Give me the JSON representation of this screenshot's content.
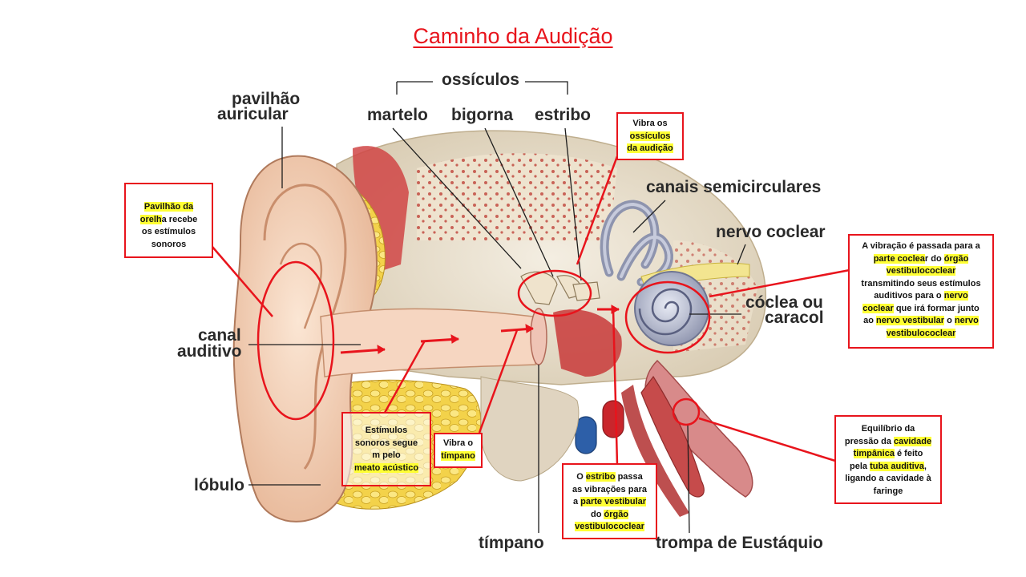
{
  "title": "Caminho da Audição",
  "labels": {
    "ossiculos": "ossículos",
    "martelo": "martelo",
    "bigorna": "bigorna",
    "estribo": "estribo",
    "pavilhao_line1": "pavilhão",
    "pavilhao_line2": "auricular",
    "canais": "canais semicirculares",
    "nervo_coclear": "nervo coclear",
    "coclea_line1": "cóclea ou",
    "coclea_line2": "caracol",
    "canal_line1": "canal",
    "canal_line2": "auditivo",
    "lobulo": "lóbulo",
    "timpano": "tímpano",
    "trompa": "trompa de Eustáquio"
  },
  "notes": {
    "pavilhao": {
      "p1": "Pavilhão da",
      "p2": "orelh",
      "p3": "a recebe",
      "p4": "os estímulos",
      "p5": "sonoros"
    },
    "ossiculos": {
      "p1": "Vibra os",
      "p2": "ossículos",
      "p3": "da audição"
    },
    "coclea": {
      "p1": "A vibração é passada para a",
      "p2": "parte coclea",
      "p3": "r do ",
      "p4": "órgão",
      "p5": "vestibulococlear",
      "p6": "transmitindo seus estímulos",
      "p7": "auditivos para o ",
      "p8": "nervo",
      "p9": "coclear",
      "p10": " que irá formar junto",
      "p11": "ao ",
      "p12": "nervo vestibular",
      "p13": " o ",
      "p14": "nervo",
      "p15": "vestibulococlear"
    },
    "estimulos": {
      "p1": "Estímulos",
      "p2": "sonoros segue",
      "p3": "m pelo",
      "p4": "meato acústico"
    },
    "timpano": {
      "p1": "Vibra o",
      "p2": "tímpano"
    },
    "estribo": {
      "p1": "O ",
      "p2": "estribo",
      "p3": " passa",
      "p4": "as vibrações para",
      "p5": "a ",
      "p6": "parte vestibular",
      "p7": "do ",
      "p8": "órgão",
      "p9": "vestibulococlear"
    },
    "equilibrio": {
      "p1": "Equilíbrio da",
      "p2": "pressão da ",
      "p3": "cavidade",
      "p4": "timpânica",
      "p5": " é feito",
      "p6": "pela ",
      "p7": "tuba auditiva",
      "p8": ",",
      "p9": "ligando a cavidade à",
      "p10": "faringe"
    }
  },
  "colors": {
    "accent_red": "#e8141c",
    "highlight": "#ffff33",
    "label_text": "#2a2a2a"
  }
}
